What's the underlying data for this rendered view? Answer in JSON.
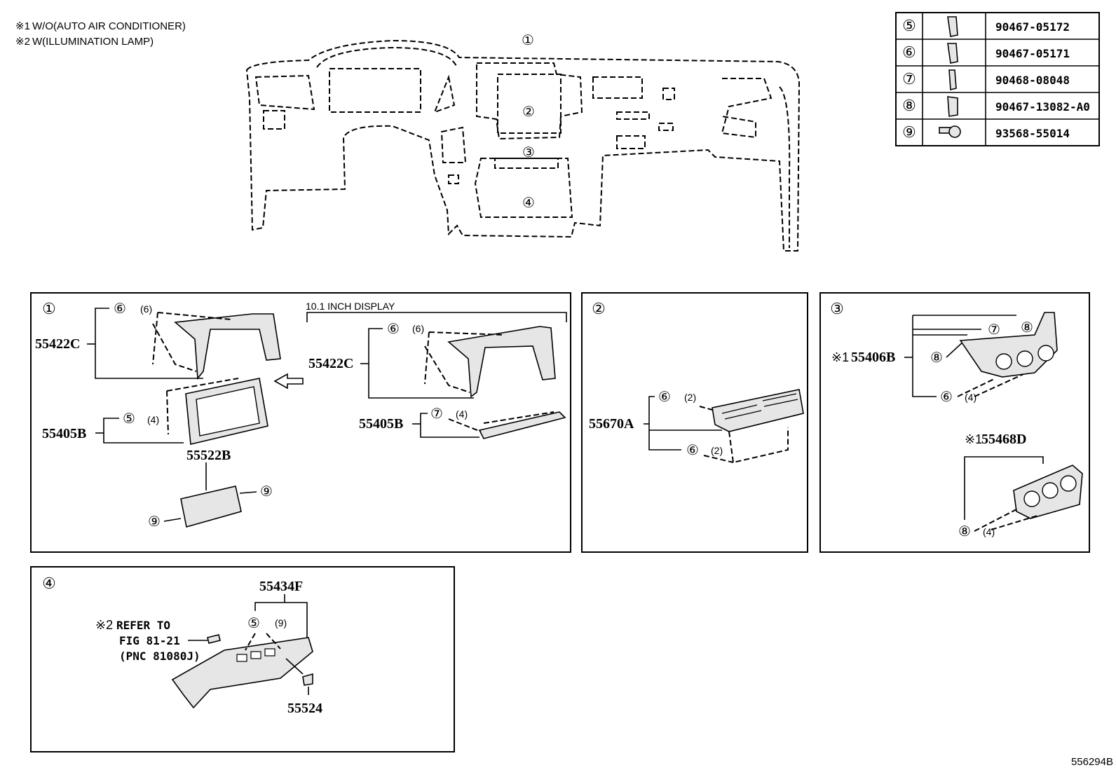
{
  "notes": [
    {
      "mark": "※1",
      "text": "W/O(AUTO AIR CONDITIONER)"
    },
    {
      "mark": "※2",
      "text": "W(ILLUMINATION LAMP)"
    }
  ],
  "overview": {
    "callouts": [
      "①",
      "②",
      "③",
      "④"
    ]
  },
  "fastener_table": [
    {
      "no": "⑤",
      "part": "90467-05172"
    },
    {
      "no": "⑥",
      "part": "90467-05171"
    },
    {
      "no": "⑦",
      "part": "90468-08048"
    },
    {
      "no": "⑧",
      "part": "90467-13082-A0"
    },
    {
      "no": "⑨",
      "part": "93568-55014"
    }
  ],
  "panel1": {
    "id": "①",
    "left_parts": [
      "55422C",
      "55405B",
      "55522B"
    ],
    "c6_qty": "(6)",
    "c5_qty": "(4)",
    "c6": "⑥",
    "c5": "⑤",
    "c9": "⑨",
    "display_title": "10.1 INCH DISPLAY",
    "right_parts": [
      "55422C",
      "55405B"
    ],
    "r6_qty": "(6)",
    "r7_qty": "(4)",
    "c7": "⑦"
  },
  "panel2": {
    "id": "②",
    "part": "55670A",
    "qty_top": "(2)",
    "qty_bottom": "(2)",
    "c6": "⑥"
  },
  "panel3": {
    "id": "③",
    "part_a_mark": "※1",
    "part_a": "55406B",
    "part_b_mark": "※1",
    "part_b": "55468D",
    "c6": "⑥",
    "c7": "⑦",
    "c8": "⑧",
    "qty6": "(4)",
    "qty8": "(4)"
  },
  "panel4": {
    "id": "④",
    "part_top": "55434F",
    "part_bottom": "55524",
    "c5": "⑤",
    "qty5": "(9)",
    "refer_mark": "※2",
    "refer1": "REFER TO",
    "refer2": "FIG 81-21",
    "refer3": "(PNC 81080J)"
  },
  "figure_id": "556294B"
}
